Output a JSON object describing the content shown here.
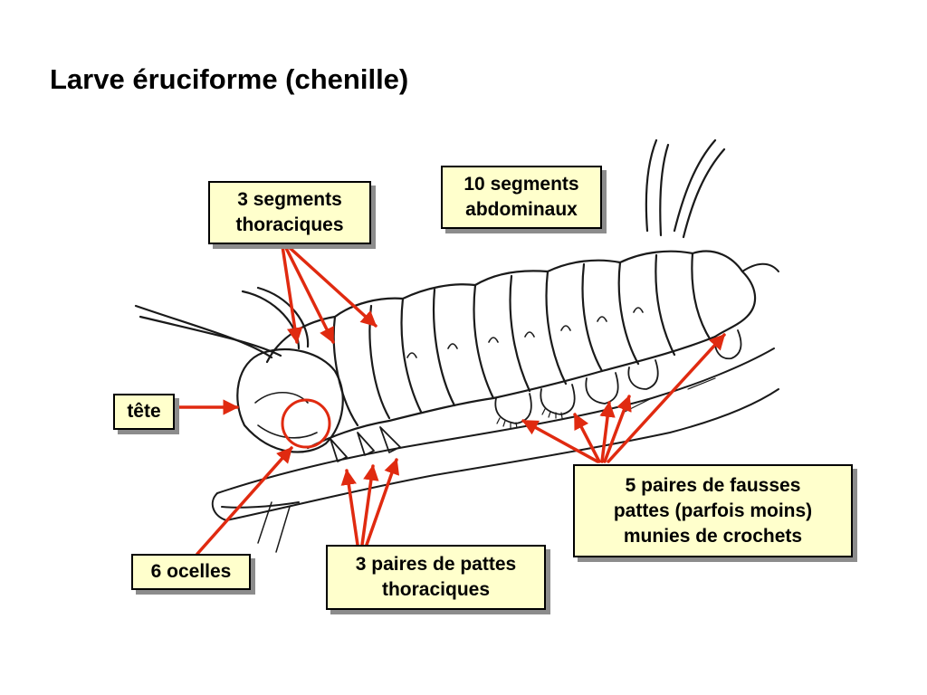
{
  "title": "Larve éruciforme (chenille)",
  "labels": {
    "thorax": [
      "3 segments",
      "thoraciques"
    ],
    "abdomen": [
      "10 segments",
      "abdominaux"
    ],
    "head": [
      "tête"
    ],
    "ocelli": [
      "6 ocelles"
    ],
    "legs": [
      "3 paires de pattes",
      "thoraciques"
    ],
    "prolegs": [
      "5 paires de fausses",
      "pattes (parfois moins)",
      "munies de crochets"
    ]
  },
  "colors": {
    "arrow": "#e02a10",
    "box_fill": "#ffffcc",
    "box_shadow": "#8c8c8c",
    "drawing": "#1a1a1a"
  }
}
